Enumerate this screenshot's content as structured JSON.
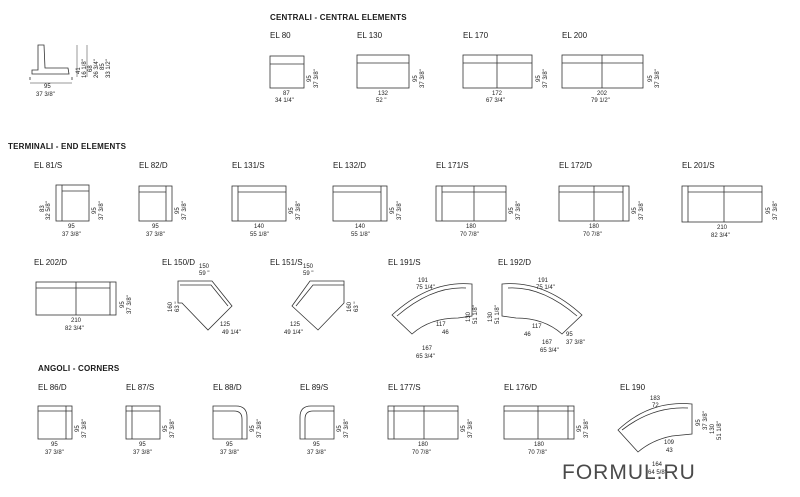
{
  "sections": {
    "central": "CENTRALI - CENTRAL ELEMENTS",
    "terminal": "TERMINALI - END ELEMENTS",
    "corners": "ANGOLI - CORNERS"
  },
  "side_view": {
    "depth": "95",
    "depth_in": "37 3/8\"",
    "heights": [
      "41",
      "16 1/8\"",
      "68",
      "26 3/4\"",
      "85",
      "33 1/2\""
    ]
  },
  "central": [
    {
      "code": "EL 80",
      "w": "87",
      "w_in": "34 1/4\"",
      "d": "95",
      "d_in": "37 3/8\""
    },
    {
      "code": "EL 130",
      "w": "132",
      "w_in": "52 \"",
      "d": "95",
      "d_in": "37 3/8\""
    },
    {
      "code": "EL 170",
      "w": "172",
      "w_in": "67 3/4\"",
      "d": "95",
      "d_in": "37 3/8\""
    },
    {
      "code": "EL 200",
      "w": "202",
      "w_in": "79 1/2\"",
      "d": "95",
      "d_in": "37 3/8\""
    }
  ],
  "terminal_row1": [
    {
      "code": "EL 81/S",
      "w": "95",
      "w_in": "37 3/8\"",
      "d": "95",
      "d_in": "37 3/8\"",
      "d2": "83",
      "d2_in": "32 5/8\""
    },
    {
      "code": "EL 82/D",
      "w": "95",
      "w_in": "37 3/8\"",
      "d": "95",
      "d_in": "37 3/8\""
    },
    {
      "code": "EL 131/S",
      "w": "140",
      "w_in": "55 1/8\"",
      "d": "95",
      "d_in": "37 3/8\""
    },
    {
      "code": "EL 132/D",
      "w": "140",
      "w_in": "55 1/8\"",
      "d": "95",
      "d_in": "37 3/8\""
    },
    {
      "code": "EL 171/S",
      "w": "180",
      "w_in": "70 7/8\"",
      "d": "95",
      "d_in": "37 3/8\""
    },
    {
      "code": "EL 172/D",
      "w": "180",
      "w_in": "70 7/8\"",
      "d": "95",
      "d_in": "37 3/8\""
    },
    {
      "code": "EL 201/S",
      "w": "210",
      "w_in": "82 3/4\"",
      "d": "95",
      "d_in": "37 3/8\""
    }
  ],
  "terminal_row2": {
    "el202": {
      "code": "EL 202/D",
      "w": "210",
      "w_in": "82 3/4\"",
      "d": "95",
      "d_in": "37 3/8\""
    },
    "el150": {
      "code": "EL 150/D",
      "top": "150",
      "top_in": "59 \"",
      "left": "160",
      "left_in": "63 \"",
      "diag": "125",
      "diag_in": "49 1/4\""
    },
    "el151": {
      "code": "EL 151/S",
      "top": "150",
      "top_in": "59 \"",
      "right": "160",
      "right_in": "63 \"",
      "diag": "125",
      "diag_in": "49 1/4\""
    },
    "el191": {
      "code": "EL 191/S",
      "arc": "191",
      "arc_in": "75 1/4\"",
      "side": "130",
      "side_in": "51 1/8\"",
      "inner": "117",
      "inner2": "46",
      "bottom": "167",
      "bottom_in": "65 3/4\""
    },
    "el192": {
      "code": "EL 192/D",
      "arc": "191",
      "arc_in": "75 1/4\"",
      "side": "130",
      "side_in": "51 1/8\"",
      "inner": "117",
      "inner2": "46",
      "bottom": "167",
      "bottom_in": "65 3/4\"",
      "bottom2": "95",
      "bottom2_in": "37 3/8\""
    }
  },
  "corners": [
    {
      "code": "EL 86/D",
      "w": "95",
      "w_in": "37 3/8\"",
      "d": "95",
      "d_in": "37 3/8\""
    },
    {
      "code": "EL 87/S",
      "w": "95",
      "w_in": "37 3/8\"",
      "d": "95",
      "d_in": "37 3/8\""
    },
    {
      "code": "EL 88/D",
      "w": "95",
      "w_in": "37 3/8\"",
      "d": "95",
      "d_in": "37 3/8\""
    },
    {
      "code": "EL 89/S",
      "w": "95",
      "w_in": "37 3/8\"",
      "d": "95",
      "d_in": "37 3/8\""
    },
    {
      "code": "EL 177/S",
      "w": "180",
      "w_in": "70 7/8\"",
      "d": "95",
      "d_in": "37 3/8\""
    },
    {
      "code": "EL 176/D",
      "w": "180",
      "w_in": "70 7/8\"",
      "d": "95",
      "d_in": "37 3/8\""
    },
    {
      "code": "EL 190",
      "arc": "183",
      "arc_in": "72",
      "d": "95",
      "d_in": "37 3/8\"",
      "side": "130",
      "side_in": "51 1/8\"",
      "inner": "109",
      "inner_in": "43",
      "bottom": "164",
      "bottom_in": "64 5/8\""
    }
  ],
  "brand": "FORMUL.RU"
}
